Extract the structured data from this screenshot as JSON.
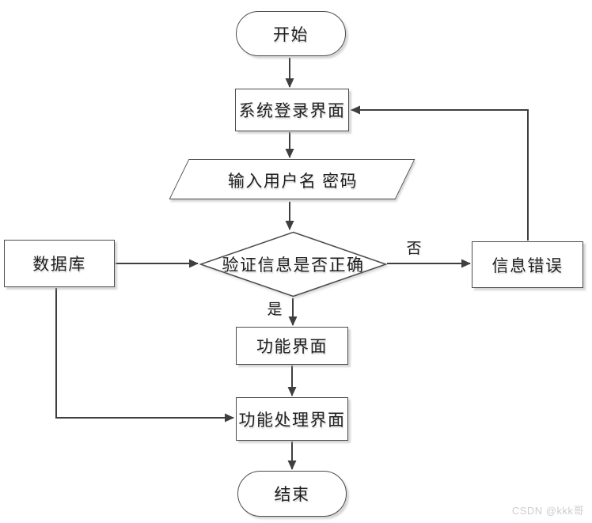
{
  "diagram": {
    "type": "flowchart",
    "nodes": [
      {
        "id": "start",
        "shape": "terminator",
        "label": "开始"
      },
      {
        "id": "login-screen",
        "shape": "process",
        "label": "系统登录界面"
      },
      {
        "id": "input-credentials",
        "shape": "io",
        "label": "输入用户名 密码"
      },
      {
        "id": "verify-info",
        "shape": "decision",
        "label": "验证信息是否正确"
      },
      {
        "id": "database",
        "shape": "process",
        "label": "数据库"
      },
      {
        "id": "info-error",
        "shape": "process",
        "label": "信息错误"
      },
      {
        "id": "function-screen",
        "shape": "process",
        "label": "功能界面"
      },
      {
        "id": "function-process-screen",
        "shape": "process",
        "label": "功能处理界面"
      },
      {
        "id": "end",
        "shape": "terminator",
        "label": "结束"
      }
    ],
    "edges": [
      {
        "from": "start",
        "to": "login-screen",
        "label": ""
      },
      {
        "from": "login-screen",
        "to": "input-credentials",
        "label": ""
      },
      {
        "from": "input-credentials",
        "to": "verify-info",
        "label": ""
      },
      {
        "from": "database",
        "to": "verify-info",
        "label": ""
      },
      {
        "from": "verify-info",
        "to": "info-error",
        "label": "否"
      },
      {
        "from": "info-error",
        "to": "login-screen",
        "label": ""
      },
      {
        "from": "verify-info",
        "to": "function-screen",
        "label": "是"
      },
      {
        "from": "function-screen",
        "to": "function-process-screen",
        "label": ""
      },
      {
        "from": "database",
        "to": "function-process-screen",
        "label": ""
      },
      {
        "from": "function-process-screen",
        "to": "end",
        "label": ""
      }
    ],
    "edge_labels": {
      "yes": "是",
      "no": "否"
    },
    "colors": {
      "line": "#3f3f3f",
      "border": "#4b4b4b",
      "text": "#1f1f1f",
      "background": "#ffffff",
      "shadow": "#cfcfcf",
      "watermark": "#c9cdd2"
    }
  },
  "watermark": {
    "text": "CSDN @kkk哥"
  }
}
